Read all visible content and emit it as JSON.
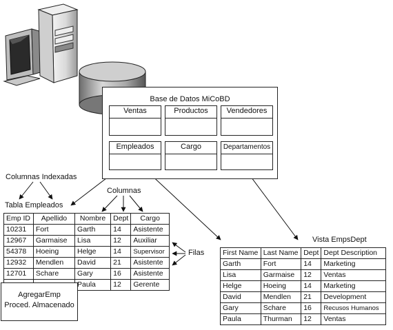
{
  "database": {
    "title": "Base de Datos MiCoBD",
    "tables": [
      "Ventas",
      "Productos",
      "Vendedores",
      "Empleados",
      "Cargo",
      "Departamentos"
    ]
  },
  "labels": {
    "indexed_columns": "Columnas Indexadas",
    "columns": "Columnas",
    "rows": "Filas",
    "table_name": "Tabla Empleados",
    "view_name": "Vista EmpsDept"
  },
  "empleados": {
    "headers": [
      "Emp ID",
      "Apellido",
      "Nombre",
      "Dept",
      "Cargo"
    ],
    "rows": [
      [
        "10231",
        "Fort",
        "Garth",
        "14",
        "Asistente"
      ],
      [
        "12967",
        "Garmaise",
        "Lisa",
        "12",
        "Auxiliar"
      ],
      [
        "54378",
        "Hoeing",
        "Helge",
        "14",
        "Supervisor"
      ],
      [
        "12932",
        "Mendlen",
        "David",
        "21",
        "Asistente"
      ],
      [
        "12701",
        "Schare",
        "Gary",
        "16",
        "Asistente"
      ],
      [
        "",
        "",
        "Paula",
        "12",
        "Gerente"
      ]
    ]
  },
  "procedure": {
    "line1": "AgregarEmp",
    "line2": "Proced. Almacenado"
  },
  "view": {
    "headers": [
      "First Name",
      "Last Name",
      "Dept",
      "Dept Description"
    ],
    "rows": [
      [
        "Garth",
        "Fort",
        "14",
        "Marketing"
      ],
      [
        "Lisa",
        "Garmaise",
        "12",
        "Ventas"
      ],
      [
        "Helge",
        "Hoeing",
        "14",
        "Marketing"
      ],
      [
        "David",
        "Mendlen",
        "21",
        "Development"
      ],
      [
        "Gary",
        "Schare",
        "16",
        "Recusos Humanos"
      ],
      [
        "Paula",
        "Thurman",
        "12",
        "Ventas"
      ]
    ]
  }
}
